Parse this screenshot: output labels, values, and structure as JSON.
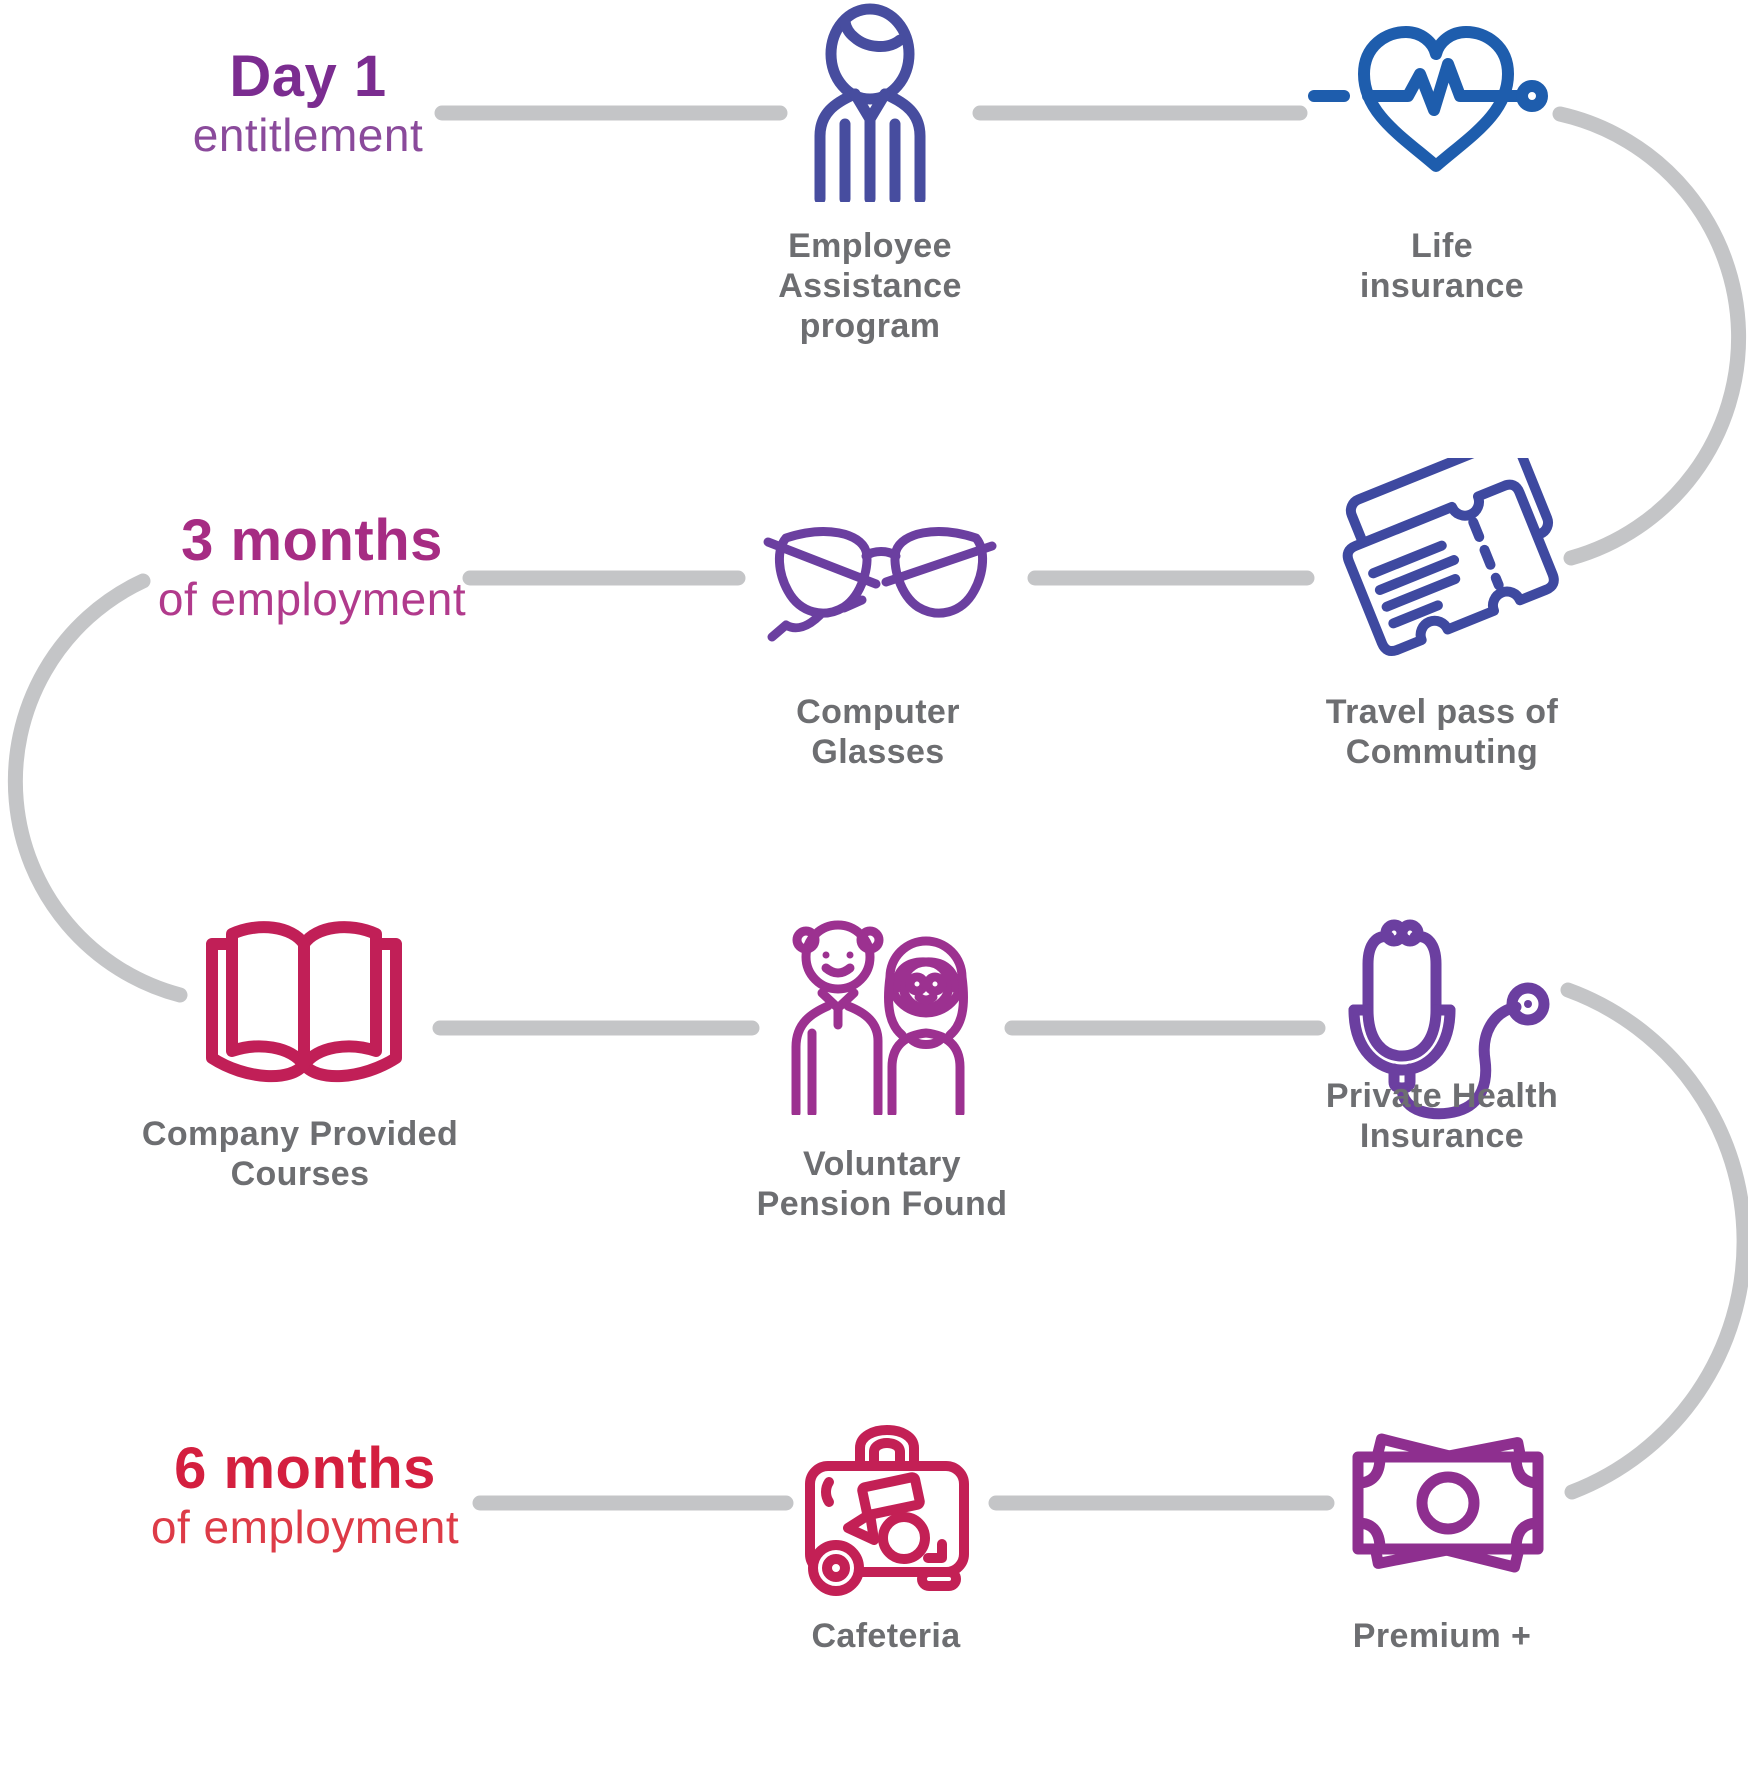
{
  "milestones": [
    {
      "title": "Day 1",
      "subtitle": "entitlement"
    },
    {
      "title": "3 months",
      "subtitle": "of employment"
    },
    {
      "title": "6 months",
      "subtitle": "of employment"
    }
  ],
  "benefits": [
    {
      "name": "employee-assistance",
      "icon": "person-icon",
      "lines": [
        "Employee",
        "Assistance",
        "program"
      ]
    },
    {
      "name": "life-insurance",
      "icon": "heart-pulse-icon",
      "lines": [
        "Life",
        "insurance"
      ]
    },
    {
      "name": "computer-glasses",
      "icon": "glasses-icon",
      "lines": [
        "Computer",
        "Glasses"
      ]
    },
    {
      "name": "travel-pass",
      "icon": "ticket-icon",
      "lines": [
        "Travel pass of",
        "Commuting"
      ]
    },
    {
      "name": "company-courses",
      "icon": "open-book-icon",
      "lines": [
        "Company Provided",
        "Courses"
      ]
    },
    {
      "name": "voluntary-pension",
      "icon": "elderly-couple-icon",
      "lines": [
        "Voluntary",
        "Pension Found"
      ]
    },
    {
      "name": "private-health",
      "icon": "stethoscope-icon",
      "lines": [
        "Private Health",
        "Insurance"
      ]
    },
    {
      "name": "cafeteria",
      "icon": "suitcase-icon",
      "lines": [
        "Cafeteria"
      ]
    },
    {
      "name": "premium-plus",
      "icon": "banknote-icon",
      "lines": [
        "Premium +"
      ]
    }
  ],
  "colors": {
    "milestone1_title": "#7b2c90",
    "milestone1_subtitle": "#8a4a9b",
    "milestone2_title": "#a62c83",
    "milestone2_subtitle": "#b13a8c",
    "milestone3_title": "#d41f3f",
    "milestone3_subtitle": "#dd3b47",
    "label_gray": "#6d6e71",
    "connector_gray": "#c4c5c7",
    "icon_indigo": "#474d9f",
    "icon_blue": "#1e5dad",
    "icon_purple": "#6b3fa0",
    "icon_ticket": "#3e49a0",
    "icon_crimson": "#c11f57",
    "icon_suitcase": "#c32055",
    "icon_magenta": "#9c3190",
    "icon_money": "#8e2f8f"
  }
}
